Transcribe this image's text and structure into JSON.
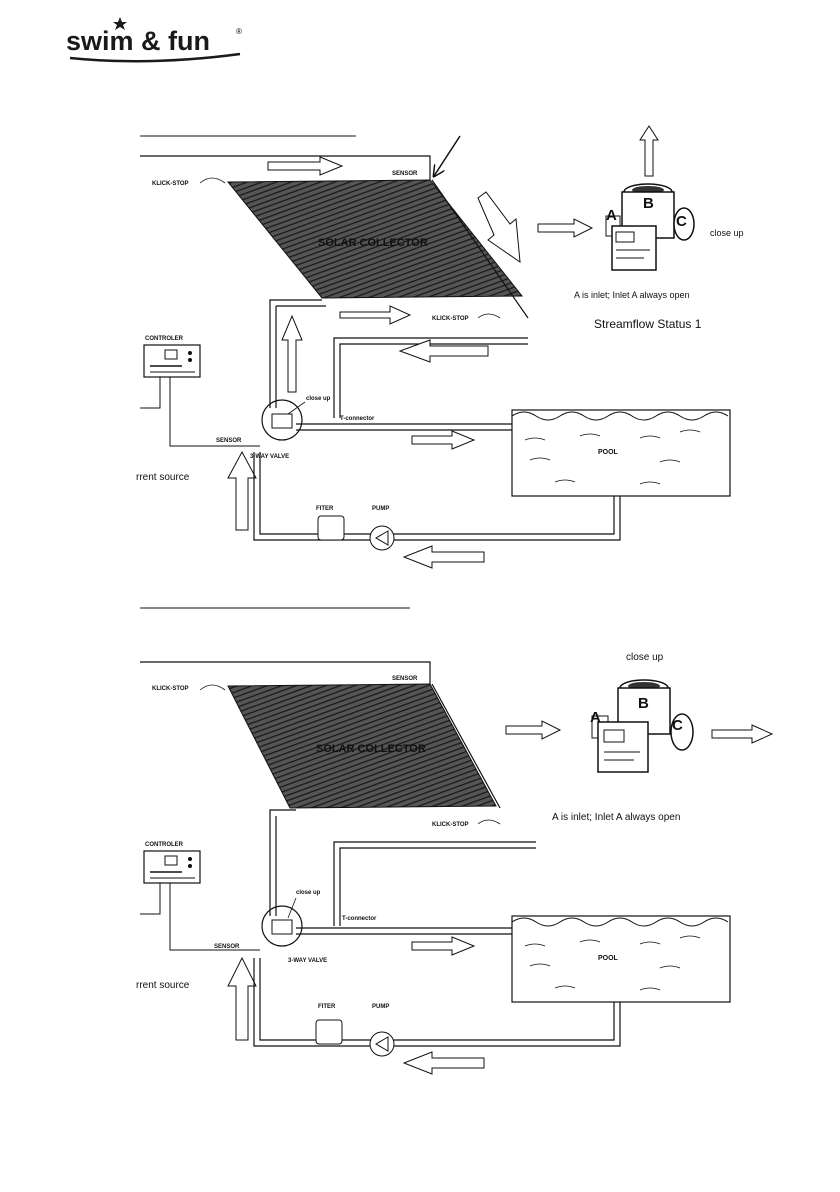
{
  "brand": {
    "name": "swim & fun",
    "reg": "®"
  },
  "diagram1": {
    "klick_stop_top": "KLICK-STOP",
    "sensor_top": "SENSOR",
    "collector": "SOLAR COLLECTOR",
    "klick_stop_bottom": "KLICK-STOP",
    "controller": "CONTROLER",
    "close_up_small": "close up",
    "t_connector": "T-connector",
    "sensor_bottom": "SENSOR",
    "valve": "3-WAY VALVE",
    "current_source": "rrent source",
    "filter": "FITER",
    "pump": "PUMP",
    "pool": "POOL",
    "valve_a": "A",
    "valve_b": "B",
    "valve_c": "C",
    "close_up": "close up",
    "inlet_note": "A is inlet; Inlet A always open",
    "status": "Streamflow Status 1"
  },
  "diagram2": {
    "klick_stop_top": "KLICK-STOP",
    "sensor_top": "SENSOR",
    "collector": "SOLAR COLLECTOR",
    "klick_stop_bottom": "KLICK-STOP",
    "controller": "CONTROLER",
    "close_up_small": "close up",
    "t_connector": "T-connector",
    "sensor_bottom": "SENSOR",
    "valve": "3-WAY VALVE",
    "current_source": "rrent source",
    "filter": "FITER",
    "pump": "PUMP",
    "pool": "POOL",
    "valve_a": "A",
    "valve_b": "B",
    "valve_c": "C",
    "close_up": "close up",
    "inlet_note": "A is inlet; Inlet A always open"
  },
  "colors": {
    "ink": "#111111",
    "panel": "#2a2a2a"
  }
}
